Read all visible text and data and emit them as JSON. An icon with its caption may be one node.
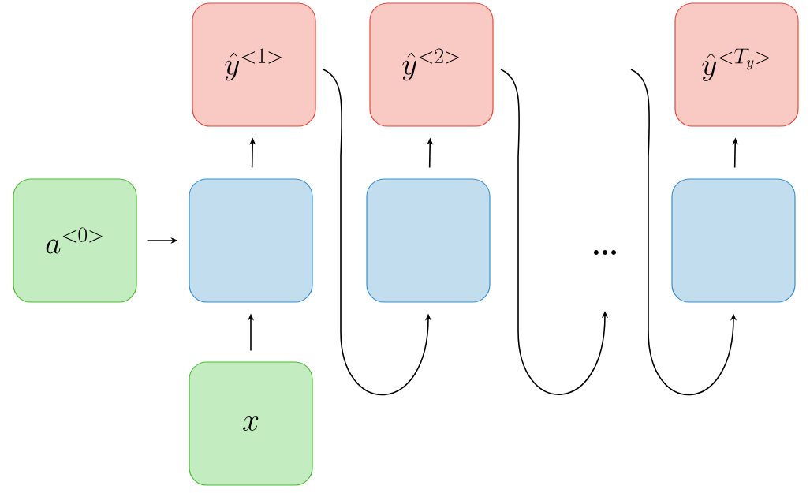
{
  "diagram": {
    "nodes": [
      {
        "text": [
          "a^{<0>}"
        ]
      },
      {
        "text": [],
        "shape": "box"
      },
      {
        "text": [
          "\\hat{y}^{<1>}"
        ]
      },
      {
        "text": [
          "x"
        ]
      },
      {
        "text": [],
        "shape": "box"
      },
      {
        "text": [
          "\\hat{y}^{<2>}"
        ]
      },
      {
        "text": [
          "..."
        ]
      },
      {
        "text": [],
        "shape": "box"
      },
      {
        "text": [
          "\\hat{y}^{<T_y>}"
        ]
      }
    ],
    "edges": [
      {
        "from": 0,
        "to": 1,
        "arrow": "to"
      },
      {
        "from": 3,
        "to": 1,
        "arrow": "to"
      },
      {
        "from": 1,
        "to": 2,
        "arrow": "to"
      },
      {
        "from": 2,
        "to": 4,
        "arrow": "to"
      },
      {
        "from": 4,
        "to": 5,
        "arrow": "to"
      },
      {
        "from": 5,
        "to": 6,
        "arrow": "to"
      },
      {
        "from": null,
        "to": 7,
        "arrow": "to"
      },
      {
        "from": 7,
        "to": 8,
        "arrow": "to"
      }
    ]
  }
}
